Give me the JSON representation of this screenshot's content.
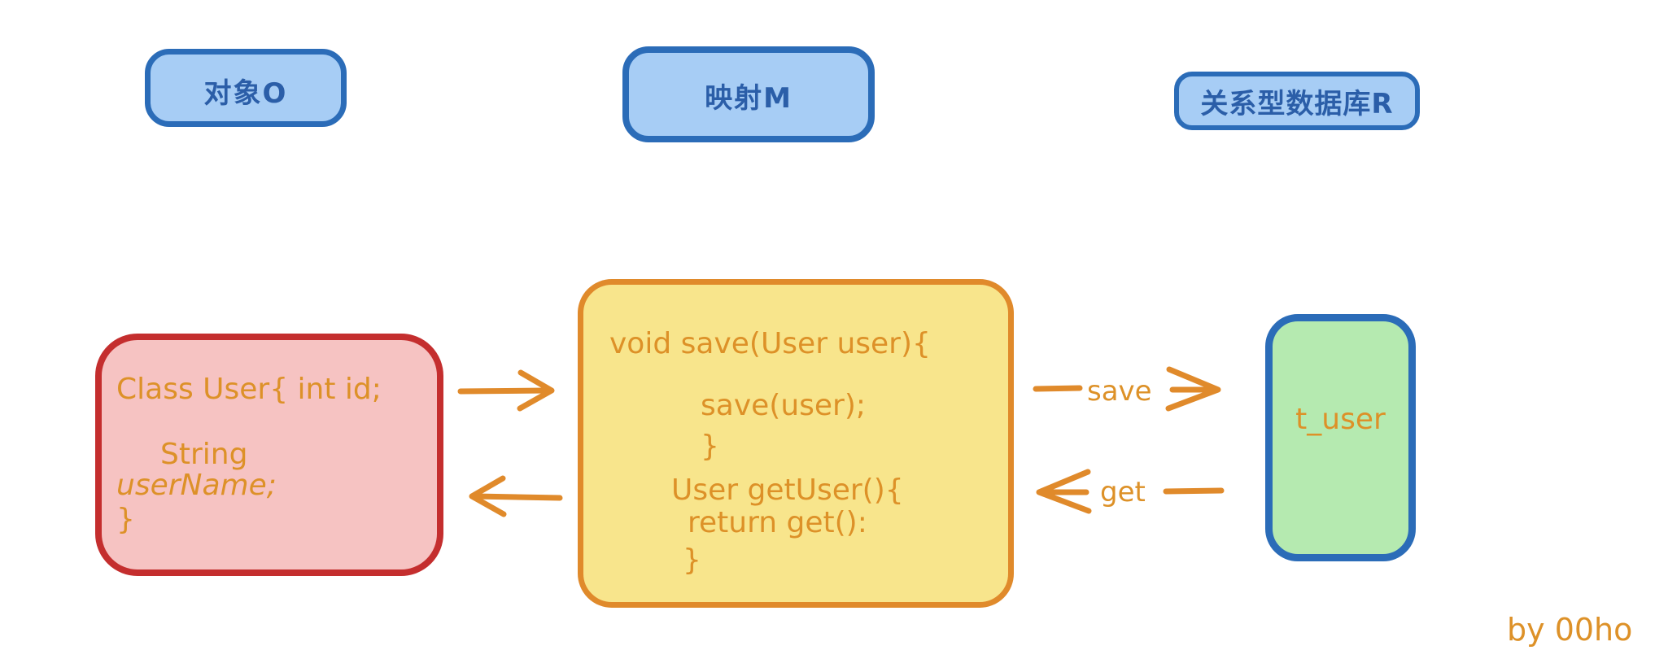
{
  "meta": {
    "background": "#ffffff",
    "ink_orange": "#e08a2b",
    "ink_blue": "#2b6cb8"
  },
  "headers": [
    {
      "id": "object",
      "label": "对象O",
      "fill": "#a7cdf5",
      "stroke": "#2b6cb8",
      "text_color": "#2b5ea8"
    },
    {
      "id": "mapping",
      "label": "映射M",
      "fill": "#a7cdf5",
      "stroke": "#2b6cb8",
      "text_color": "#2b5ea8"
    },
    {
      "id": "database",
      "label": "关系型数据库R",
      "fill": "#a7cdf5",
      "stroke": "#2b6cb8",
      "text_color": "#2b5ea8"
    }
  ],
  "nodes": {
    "class_box": {
      "name": "User class box",
      "fill": "#f6c3c2",
      "stroke": "#c42e2e",
      "text_color": "#dd9128",
      "lines": [
        "Class User{ int id;",
        "String",
        "userName;",
        "}"
      ]
    },
    "mapper_box": {
      "name": "mapper method box",
      "fill": "#f8e58c",
      "stroke": "#e08a2b",
      "text_color": "#dd9128",
      "lines": [
        "void save(User user){",
        "save(user);",
        "}",
        "User getUser(){",
        "return get():",
        "}"
      ]
    },
    "table_box": {
      "name": "database table box",
      "fill": "#b5eab0",
      "stroke": "#2b6cb8",
      "text_color": "#dd9128",
      "label": "t_user"
    }
  },
  "arrows": [
    {
      "id": "class-to-mapper",
      "direction": "right",
      "label": "",
      "color": "#e08a2b"
    },
    {
      "id": "mapper-to-class",
      "direction": "left",
      "label": "",
      "color": "#e08a2b"
    },
    {
      "id": "mapper-to-db",
      "direction": "right",
      "label": "save",
      "color": "#e08a2b"
    },
    {
      "id": "db-to-mapper",
      "direction": "left",
      "label": "get",
      "color": "#e08a2b"
    }
  ],
  "signature": {
    "text": "by 00ho",
    "color": "#dd9128"
  }
}
